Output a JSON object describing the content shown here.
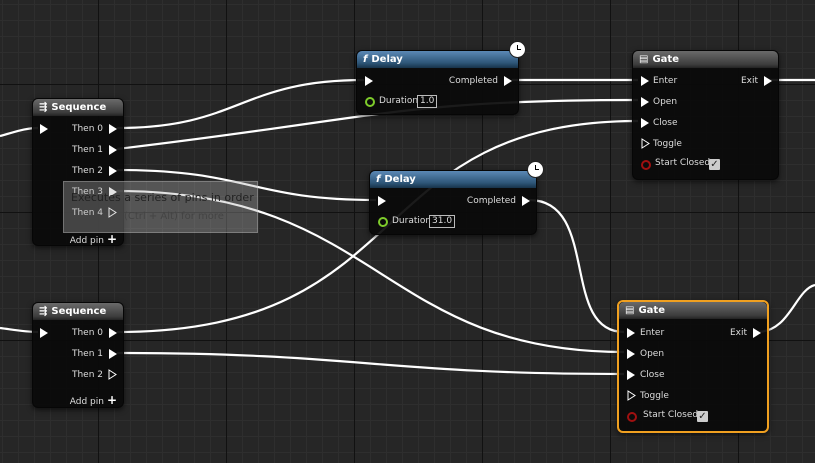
{
  "nodes": {
    "sequence1": {
      "title": "Sequence",
      "outputs": [
        "Then 0",
        "Then 1",
        "Then 2",
        "Then 3",
        "Then 4"
      ],
      "add_pin": "Add pin"
    },
    "sequence2": {
      "title": "Sequence",
      "outputs": [
        "Then 0",
        "Then 1",
        "Then 2"
      ],
      "add_pin": "Add pin"
    },
    "delay1": {
      "title": "Delay",
      "output": "Completed",
      "duration_label": "Duration",
      "duration_value": "1.0"
    },
    "delay2": {
      "title": "Delay",
      "output": "Completed",
      "duration_label": "Duration",
      "duration_value": "31.0"
    },
    "gate1": {
      "title": "Gate",
      "inputs": [
        "Enter",
        "Open",
        "Close",
        "Toggle"
      ],
      "output": "Exit",
      "start_closed": "Start Closed"
    },
    "gate2": {
      "title": "Gate",
      "inputs": [
        "Enter",
        "Open",
        "Close",
        "Toggle"
      ],
      "output": "Exit",
      "start_closed": "Start Closed"
    }
  },
  "tooltip": {
    "line1": "Executes a series of pins in order",
    "line2": "(Ctrl + Alt) for more"
  },
  "icons": {
    "sequence": "sequence-icon",
    "function": "function-icon",
    "gate": "gate-icon",
    "latent": "clock-icon"
  },
  "colors": {
    "exec_wire": "#ffffff",
    "float_pin": "#7ecc2b",
    "bool_pin": "#a01010",
    "selection": "#f0a020",
    "function_header": "#2e5678"
  }
}
